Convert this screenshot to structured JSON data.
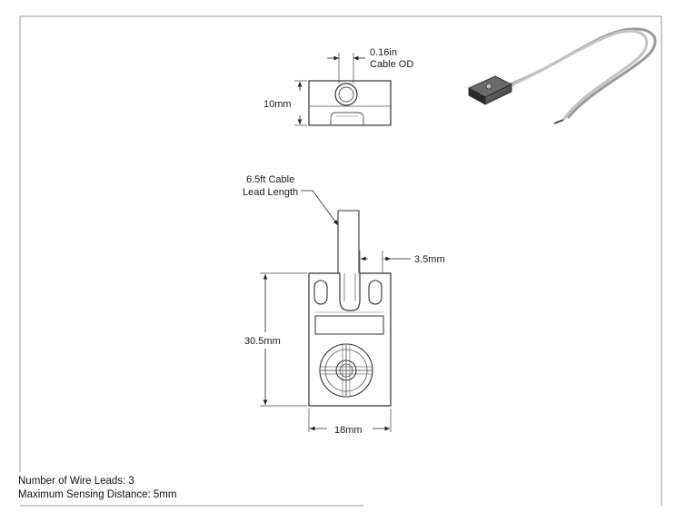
{
  "drawing": {
    "top_view": {
      "cable_od_line1": "0.16in",
      "cable_od_line2": "Cable OD",
      "height": "10mm"
    },
    "front_view": {
      "cable_lead_line1": "6.5ft Cable",
      "cable_lead_line2": "Lead Length",
      "slot_width": "3.5mm",
      "height": "30.5mm",
      "width": "18mm"
    },
    "notes": {
      "wire_leads": "Number of Wire Leads: 3",
      "sensing_distance": "Maximum Sensing Distance: 5mm"
    }
  }
}
